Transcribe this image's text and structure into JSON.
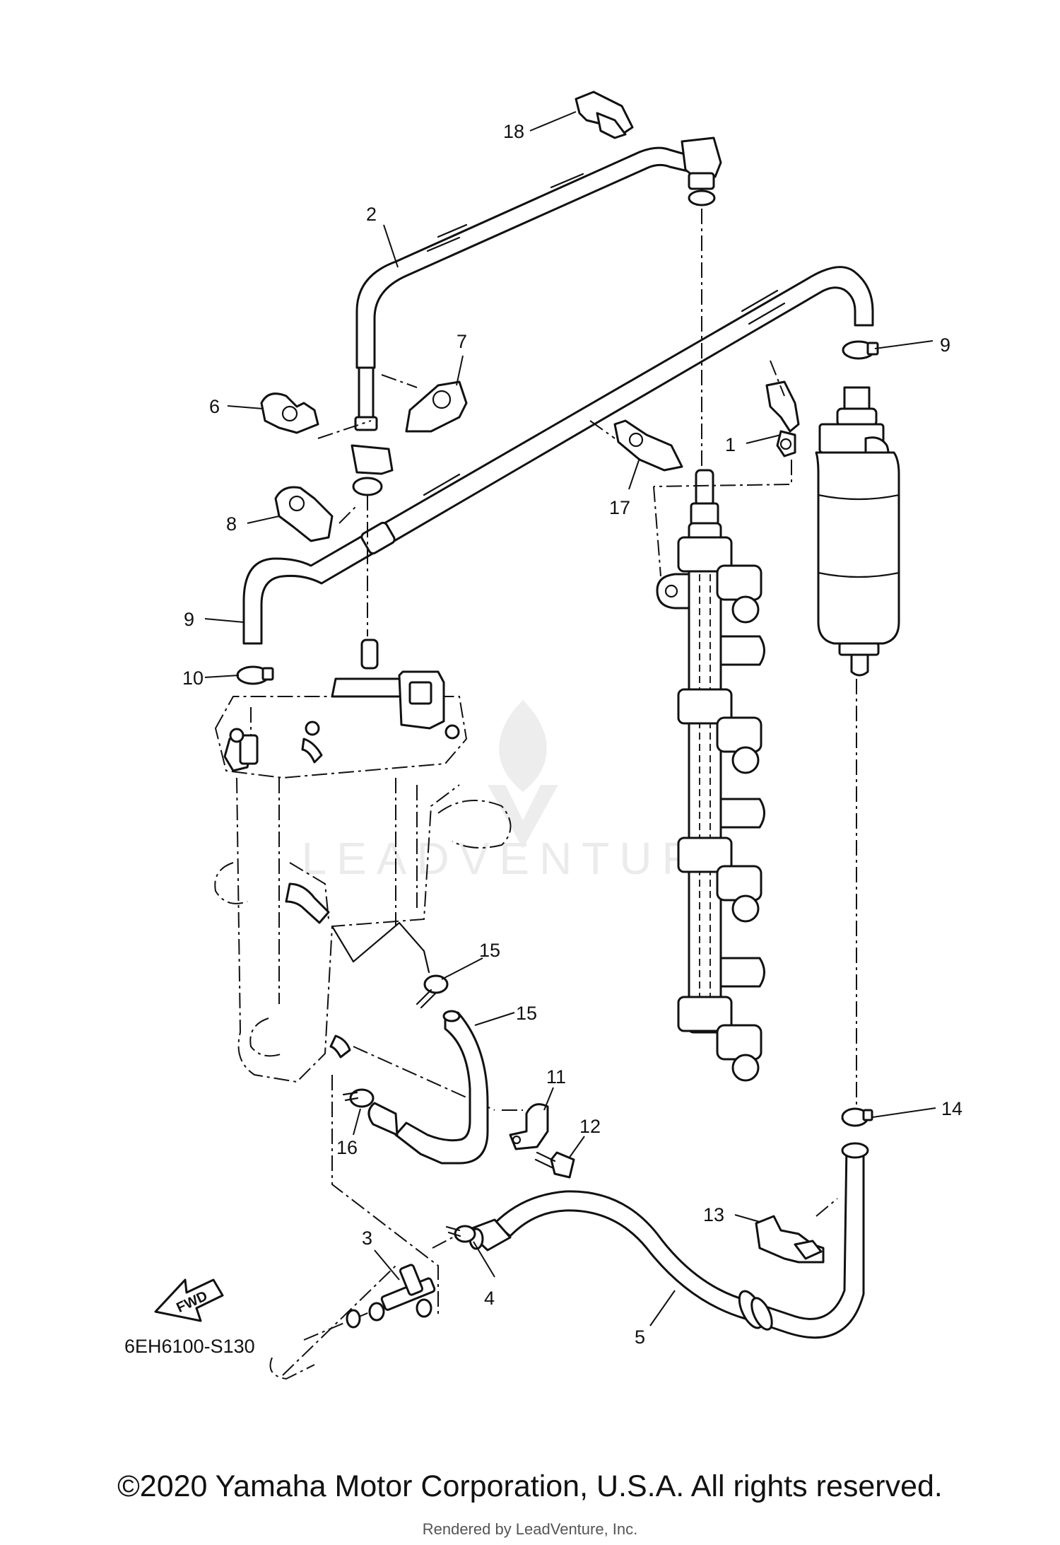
{
  "diagram": {
    "drawing_code": "6EH6100-S130",
    "direction_label": "FWD",
    "watermark_text": "LEADVENTURE",
    "callouts": [
      "1",
      "2",
      "3",
      "4",
      "5",
      "6",
      "7",
      "8",
      "9",
      "9",
      "10",
      "11",
      "12",
      "13",
      "14",
      "15",
      "15",
      "16",
      "17",
      "18"
    ]
  },
  "footer": {
    "copyright": "©2020 Yamaha Motor Corporation, U.S.A. All rights reserved.",
    "rendered_by": "Rendered by LeadVenture, Inc."
  }
}
